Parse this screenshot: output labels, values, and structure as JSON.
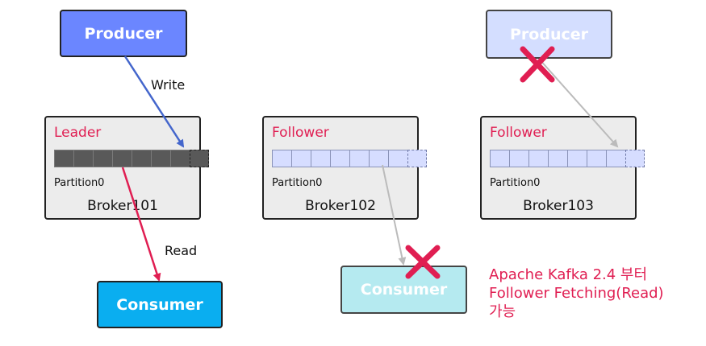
{
  "producers": [
    {
      "label": "Producer"
    },
    {
      "label": "Producer"
    }
  ],
  "consumers": [
    {
      "label": "Consumer"
    },
    {
      "label": "Consumer"
    }
  ],
  "brokers": [
    {
      "role": "Leader",
      "partition": "Partition0",
      "name": "Broker101"
    },
    {
      "role": "Follower",
      "partition": "Partition0",
      "name": "Broker102"
    },
    {
      "role": "Follower",
      "partition": "Partition0",
      "name": "Broker103"
    }
  ],
  "edge_labels": {
    "write": "Write",
    "read": "Read"
  },
  "note": {
    "line1": "Apache Kafka 2.4 부터",
    "line2": "Follower Fetching(Read)",
    "line3": "가능"
  },
  "colors": {
    "producer": "#6b86ff",
    "producer_faded": "#d4deff",
    "consumer": "#0aaef0",
    "consumer_faded": "#b5eaf0",
    "accent_red": "#e01e52",
    "write_arrow": "#4466cc",
    "read_arrow": "#e01e52",
    "replica_arrow": "#bbbbbb"
  }
}
